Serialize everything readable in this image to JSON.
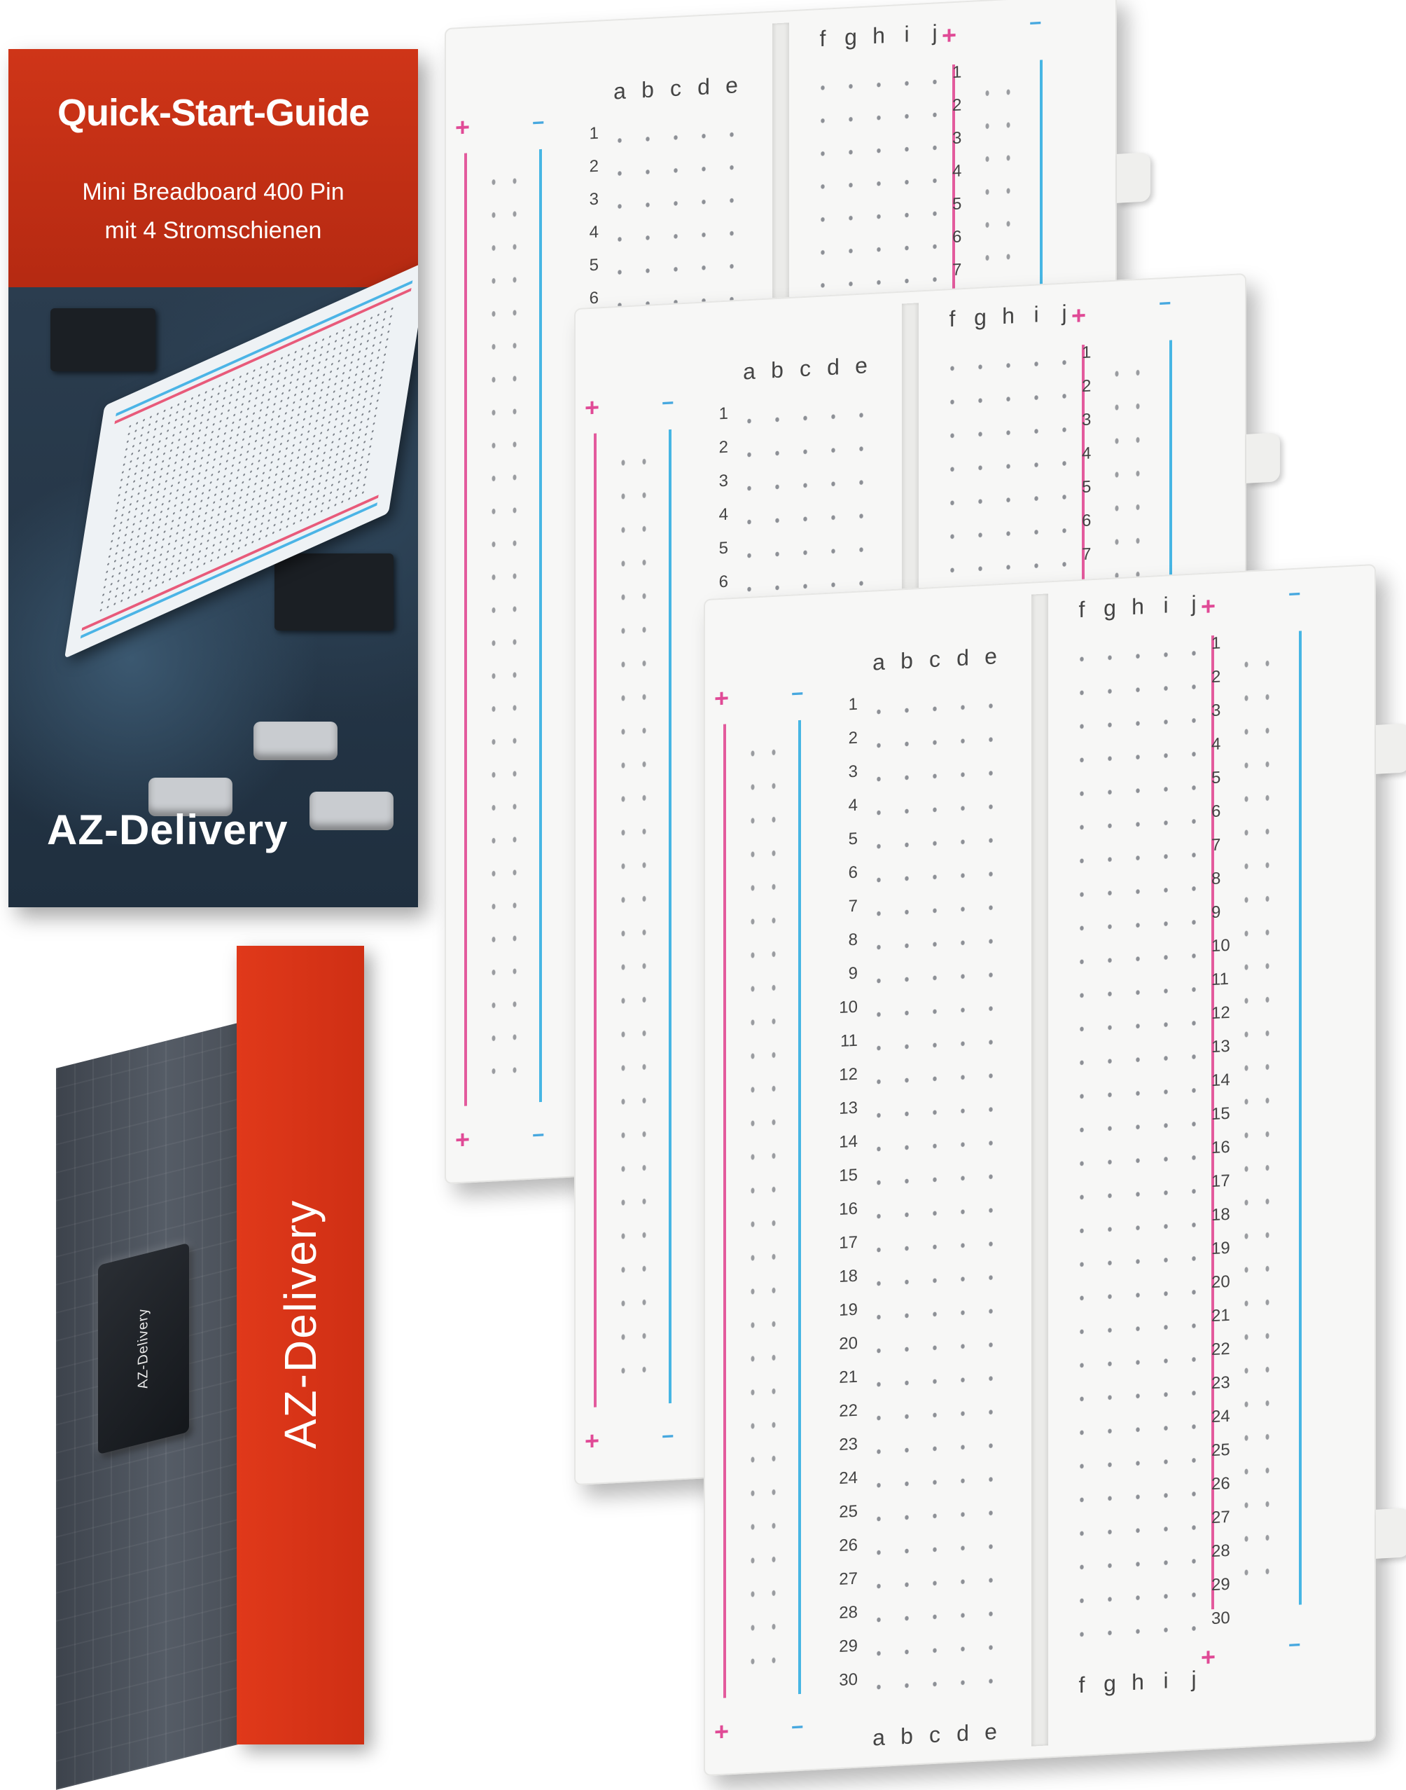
{
  "guide": {
    "title": "Quick-Start-Guide",
    "subtitle_line1": "Mini Breadboard 400 Pin",
    "subtitle_line2": "mit 4 Stromschienen",
    "brand": "AZ-Delivery"
  },
  "box": {
    "brand": "AZ-Delivery",
    "chip_label": "AZ-Delivery"
  },
  "breadboard": {
    "letters_left": [
      "a",
      "b",
      "c",
      "d",
      "e"
    ],
    "letters_right": [
      "f",
      "g",
      "h",
      "i",
      "j"
    ],
    "plus": "+",
    "minus": "−",
    "row_numbers": [
      "1",
      "2",
      "3",
      "4",
      "5",
      "6",
      "7",
      "8",
      "9",
      "10",
      "11",
      "12",
      "13",
      "14",
      "15",
      "16",
      "17",
      "18",
      "19",
      "20",
      "21",
      "22",
      "23",
      "24",
      "25",
      "26",
      "27",
      "28",
      "29",
      "30"
    ]
  },
  "colors": {
    "guide_red": "#c42f17",
    "box_red": "#d9341a",
    "rail_red": "#e35b9d",
    "rail_blue": "#47b6e4"
  }
}
